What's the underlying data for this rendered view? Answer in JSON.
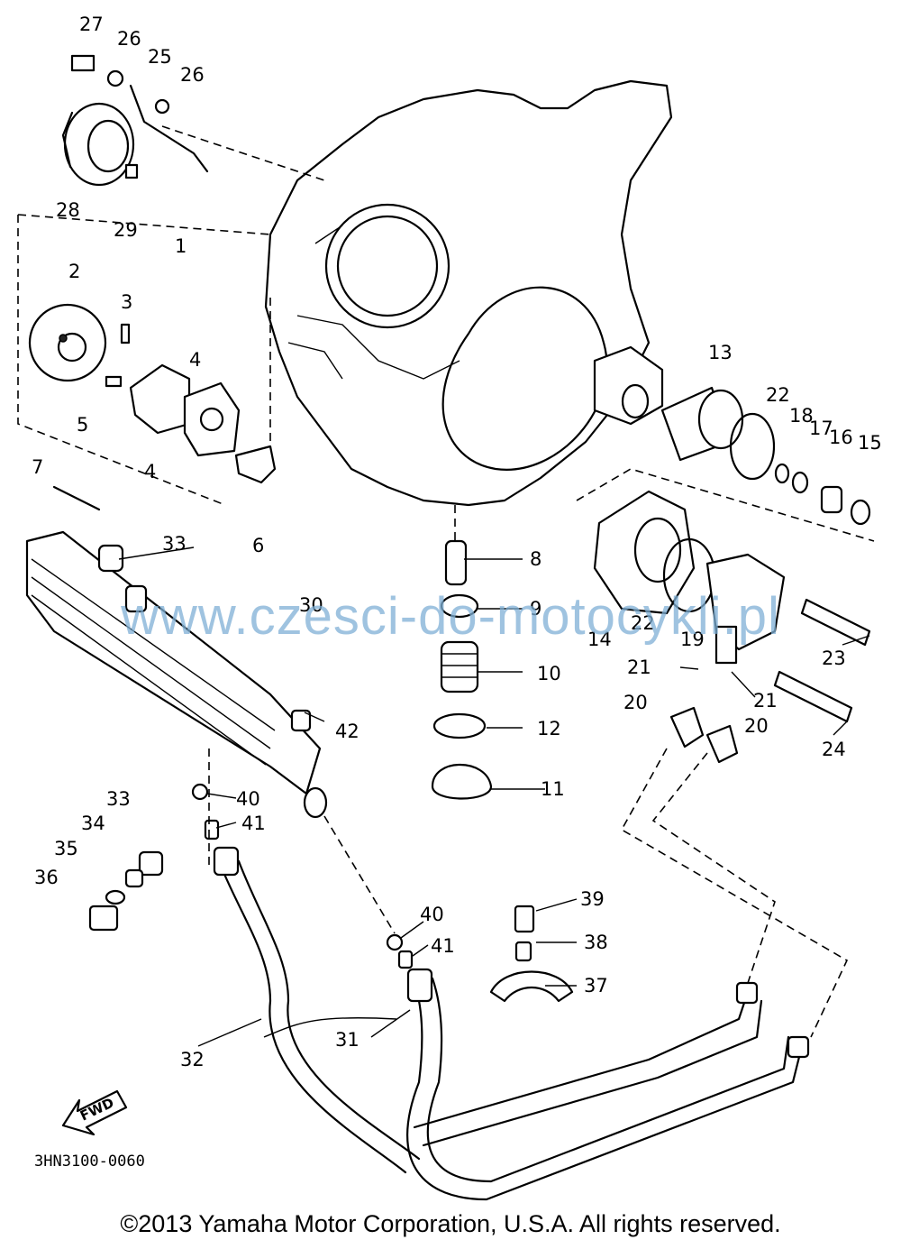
{
  "watermark": "www.czesci-do-motocykli.pl",
  "diagram_code": "3HN3100-0060",
  "copyright": "©2013 Yamaha Motor Corporation, U.S.A. All rights reserved.",
  "fwd_label": "FWD",
  "callouts": [
    "27",
    "26",
    "25",
    "26",
    "28",
    "29",
    "1",
    "2",
    "3",
    "4",
    "5",
    "4",
    "7",
    "6",
    "33",
    "13",
    "22",
    "18",
    "17",
    "16",
    "15",
    "8",
    "9",
    "14",
    "22",
    "19",
    "23",
    "30",
    "10",
    "21",
    "21",
    "20",
    "20",
    "24",
    "42",
    "12",
    "11",
    "33",
    "40",
    "41",
    "34",
    "35",
    "36",
    "40",
    "41",
    "39",
    "38",
    "37",
    "31",
    "32"
  ],
  "icons": {
    "fwd_arrow": "fwd-arrow-icon"
  }
}
